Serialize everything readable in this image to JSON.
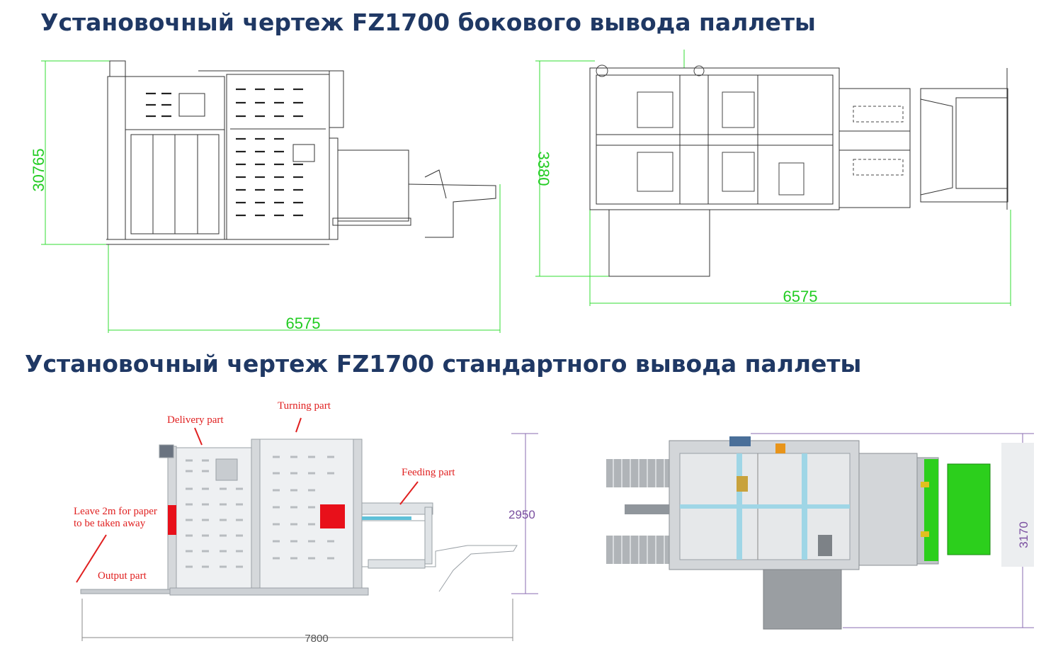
{
  "titles": {
    "side_output": "Установочный чертеж FZ1700 бокового вывода паллеты",
    "standard_output": "Установочный чертеж FZ1700 стандартного вывода паллеты"
  },
  "side_output_drawing": {
    "front_view": {
      "height_dim": "30765",
      "length_dim": "6575"
    },
    "top_view": {
      "width_dim": "3380",
      "length_dim": "6575"
    }
  },
  "standard_output_drawing": {
    "front_view": {
      "height_dim": "2950",
      "length_dim": "7800",
      "labels": {
        "delivery": "Delivery part",
        "turning": "Turning part",
        "feeding": "Feeding part",
        "output": "Output part",
        "leave_line1": "Leave 2m for paper",
        "leave_line2": "to be taken away"
      }
    },
    "top_view": {
      "width_dim": "3170"
    }
  },
  "colors": {
    "heading": "#1f3864",
    "dimension_green": "#22cc22",
    "dimension_purple": "#7a4fa0",
    "label_red": "#e02020",
    "red_panel": "#e8101a",
    "green_belt": "#2ccf1c"
  }
}
